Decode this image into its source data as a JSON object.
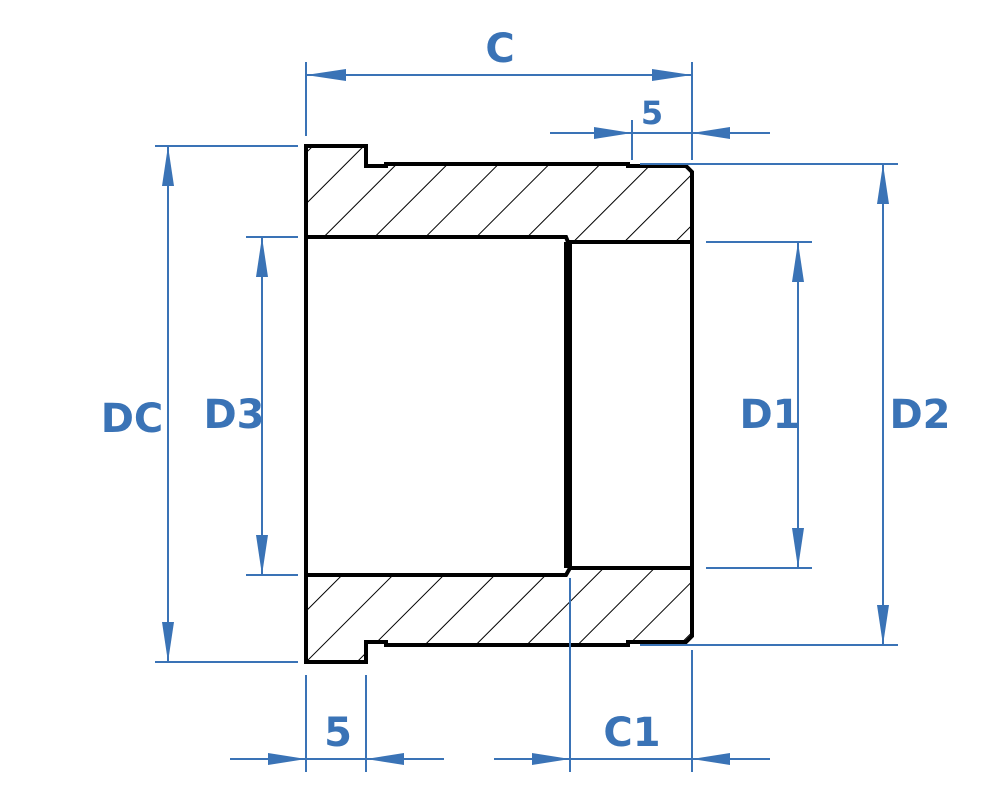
{
  "dimensions": {
    "c": "C",
    "c_right_offset": "5",
    "dc": "DC",
    "d3": "D3",
    "d1": "D1",
    "d2": "D2",
    "flange_width": "5",
    "c1": "C1"
  },
  "colors": {
    "dimension": "#3a73b6",
    "outline": "#000000"
  }
}
